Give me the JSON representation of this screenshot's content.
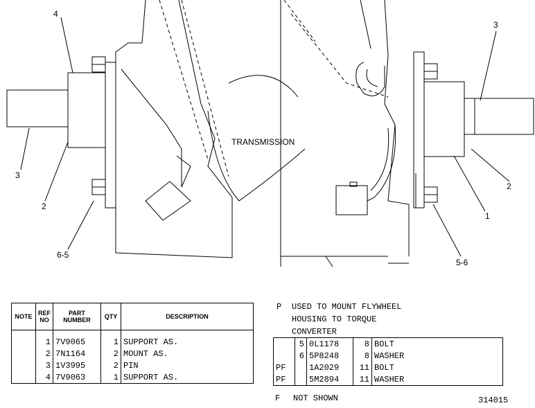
{
  "drawing": {
    "label": "TRANSMISSION",
    "callouts": {
      "c4": "4",
      "c3_left": "3",
      "c2_left": "2",
      "c6_5": "6-5",
      "c3_right": "3",
      "c2_right": "2",
      "c1": "1",
      "c5_6": "5-6"
    }
  },
  "parts_table": {
    "headers": {
      "note": "NOTE",
      "ref_no": "REF NO",
      "part_number": "PART NUMBER",
      "qty": "QTY",
      "description": "DESCRIPTION"
    },
    "rows": [
      {
        "note": "",
        "ref": "1",
        "part": "7V9065",
        "qty": "1",
        "desc": "SUPPORT AS."
      },
      {
        "note": "",
        "ref": "2",
        "part": "7N1164",
        "qty": "2",
        "desc": "MOUNT AS."
      },
      {
        "note": "",
        "ref": "3",
        "part": "1V3995",
        "qty": "2",
        "desc": "PIN"
      },
      {
        "note": "",
        "ref": "4",
        "part": "7V9063",
        "qty": "1",
        "desc": "SUPPORT AS."
      }
    ]
  },
  "note_p": {
    "code": "P",
    "text_lines": [
      "USED TO MOUNT FLYWHEEL",
      "HOUSING TO TORQUE",
      "CONVERTER"
    ]
  },
  "note_table": {
    "rows": [
      {
        "note": "",
        "ref": "5",
        "part": "0L1178",
        "qty": "8",
        "desc": "BOLT"
      },
      {
        "note": "",
        "ref": "6",
        "part": "5P8248",
        "qty": "8",
        "desc": "WASHER"
      },
      {
        "note": "PF",
        "ref": "",
        "part": "1A2029",
        "qty": "11",
        "desc": "BOLT"
      },
      {
        "note": "PF",
        "ref": "",
        "part": "5M2894",
        "qty": "11",
        "desc": "WASHER"
      }
    ]
  },
  "note_f": {
    "code": "F",
    "text": "NOT SHOWN"
  },
  "illustration_number": "314015"
}
